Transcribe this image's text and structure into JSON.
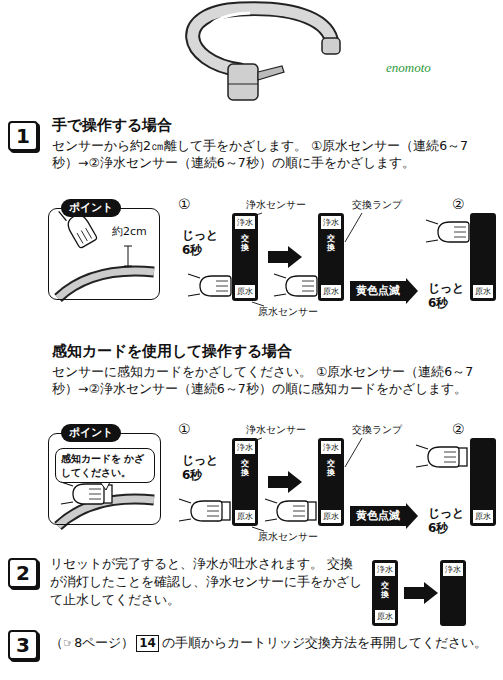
{
  "diagram": {
    "nodes": [
      {
        "text": [
          "1"
        ]
      },
      {
        "text": [
          "ポイント"
        ]
      },
      {
        "text": [
          "黄色点滅"
        ]
      },
      {
        "text": [
          "ポイント"
        ]
      },
      {
        "text": [
          "感知カードを かざしてください。"
        ],
        "in": 3
      },
      {
        "text": [
          "黄色点滅"
        ]
      },
      {
        "text": [
          "2"
        ]
      },
      {
        "text": [
          "3"
        ]
      },
      {
        "text": [
          "14"
        ]
      }
    ],
    "labels": [
      "enomoto",
      "手で操作する場合",
      "センサーから約2㎝離して手をかざします。 ①原水センサー（連続6～7秒）→②浄水センサー（連続6～7秒）の順に手をかざします。",
      "約2cm",
      "①",
      "浄水センサー",
      "交換ランプ",
      "じっと 6秒",
      "原水センサー",
      "②",
      "じっと 6秒",
      "浄水",
      "交換",
      "原水",
      "浄水",
      "交換",
      "原水",
      "原水",
      "感知カードを使用して操作する場合",
      "センサーに感知カードをかざしてください。 ①原水センサー（連続6～7秒）→②浄水センサー（連続6～7秒）の順に感知カードをかざします。",
      "①",
      "浄水センサー",
      "交換ランプ",
      "じっと 6秒",
      "原水センサー",
      "②",
      "じっと 6秒",
      "浄水",
      "交換",
      "原水",
      "浄水",
      "交換",
      "原水",
      "原水",
      "リセットが完了すると、浄水が吐水されます。 交換が消灯したことを確認し、浄水センサーに手をかざして止水してください。",
      "浄水",
      "交換",
      "原水",
      "浄水",
      "（☞8ページ）",
      "の手順からカートリッジ交換方法を再開してください。"
    ]
  }
}
